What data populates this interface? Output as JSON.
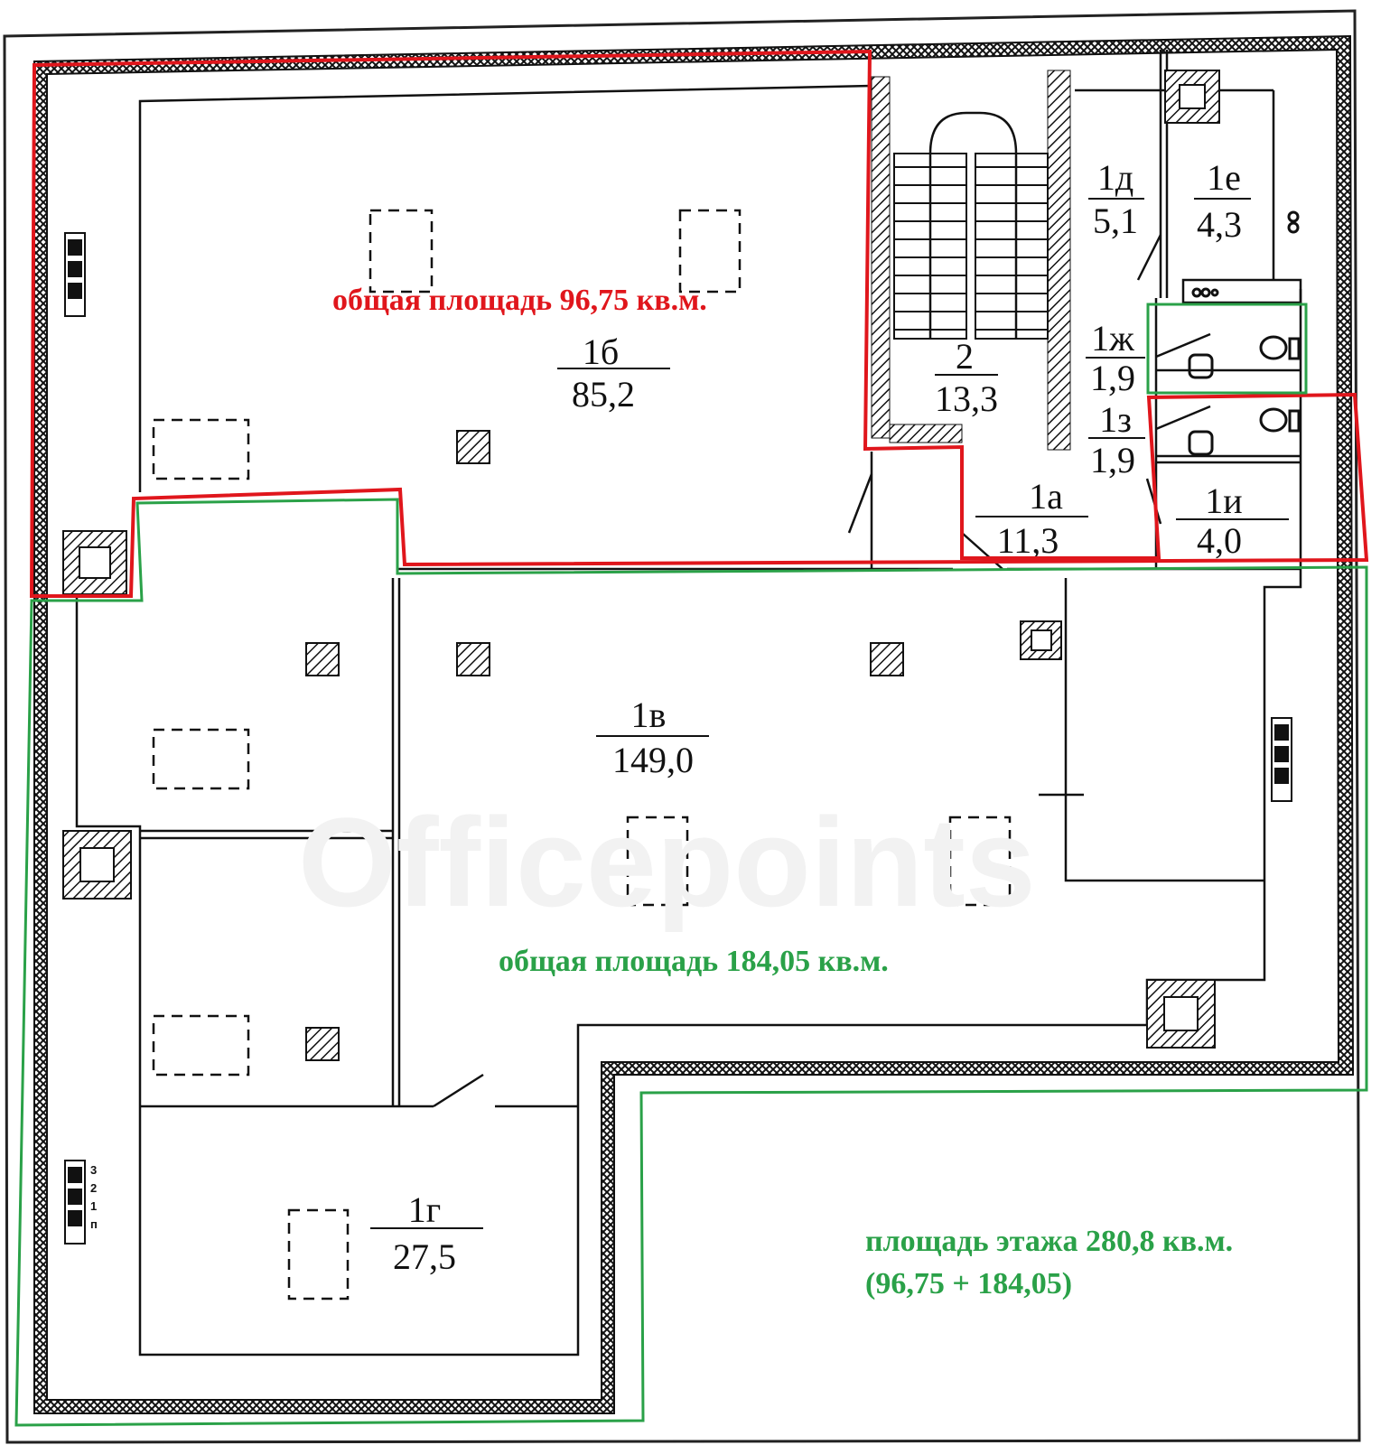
{
  "watermark": "Officepoints",
  "colors": {
    "red_zone": "#e0161c",
    "green_zone": "#2aa148",
    "walls": "#111111"
  },
  "rooms": [
    {
      "id": "1б",
      "area": "85,2"
    },
    {
      "id": "2",
      "area": "13,3"
    },
    {
      "id": "1д",
      "area": "5,1"
    },
    {
      "id": "1е",
      "area": "4,3"
    },
    {
      "id": "1ж",
      "area": "1,9"
    },
    {
      "id": "1з",
      "area": "1,9"
    },
    {
      "id": "1а",
      "area": "11,3"
    },
    {
      "id": "1и",
      "area": "4,0"
    },
    {
      "id": "1в",
      "area": "149,0"
    },
    {
      "id": "1г",
      "area": "27,5"
    }
  ],
  "notes": {
    "red_total": "общая площадь 96,75 кв.м.",
    "green_total": "общая площадь 184,05 кв.м.",
    "floor_total": "площадь этажа 280,8 кв.м.",
    "floor_sum": "(96,75 + 184,05)"
  },
  "stair_labels": [
    "3",
    "2",
    "1",
    "п"
  ]
}
